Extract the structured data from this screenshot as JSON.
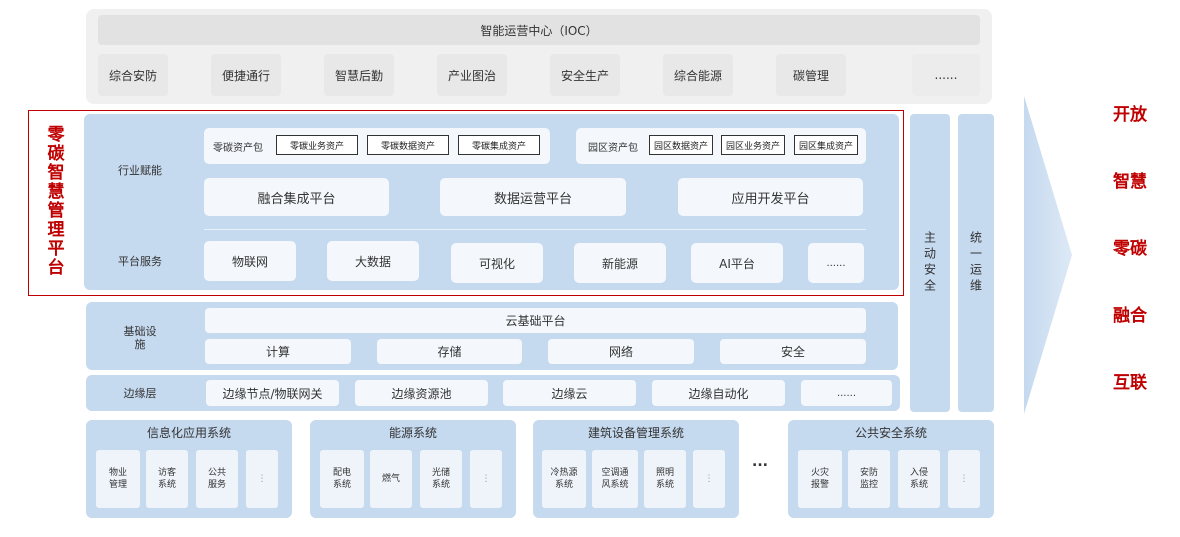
{
  "ioc": {
    "title": "智能运营中心（IOC）",
    "items": [
      "综合安防",
      "便捷通行",
      "智慧后勤",
      "产业图治",
      "安全生产",
      "综合能源",
      "碳管理",
      "......"
    ]
  },
  "platform_title": "零碳智慧管理平台",
  "industry": {
    "label": "行业赋能",
    "package_left": {
      "name": "零碳资产包",
      "items": [
        "零碳业务资产",
        "零碳数据资产",
        "零碳集成资产"
      ]
    },
    "package_right": {
      "name": "园区资产包",
      "items": [
        "园区数据资产",
        "园区业务资产",
        "园区集成资产"
      ]
    },
    "platforms": [
      "融合集成平台",
      "数据运营平台",
      "应用开发平台"
    ]
  },
  "platform_service": {
    "label": "平台服务",
    "items": [
      "物联网",
      "大数据",
      "可视化",
      "新能源",
      "AI平台",
      "......"
    ]
  },
  "infrastructure": {
    "label": "基础设施",
    "cloud": "云基础平台",
    "items": [
      "计算",
      "存储",
      "网络",
      "安全"
    ]
  },
  "edge": {
    "label": "边缘层",
    "items": [
      "边缘节点/物联网关",
      "边缘资源池",
      "边缘云",
      "边缘自动化",
      "......"
    ]
  },
  "side_columns": [
    "主动安全",
    "统一运维"
  ],
  "systems": [
    {
      "title": "信息化应用系统",
      "items": [
        "物业管理",
        "访客系统",
        "公共服务",
        "⋮"
      ]
    },
    {
      "title": "能源系统",
      "items": [
        "配电系统",
        "燃气",
        "光储系统",
        "⋮"
      ]
    },
    {
      "title": "建筑设备管理系统",
      "items": [
        "冷热源系统",
        "空调通风系统",
        "照明系统",
        "⋮"
      ]
    },
    {
      "title": "公共安全系统",
      "items": [
        "火灾报警",
        "安防监控",
        "入侵系统",
        "⋮"
      ]
    }
  ],
  "systems_ellipsis": "...",
  "right_words": [
    "开放",
    "智慧",
    "零碳",
    "融合",
    "互联"
  ],
  "colors": {
    "accent_red": "#c00000",
    "layer_blue": "#c5d9ef",
    "ioc_grey": "#f0f0f0"
  }
}
